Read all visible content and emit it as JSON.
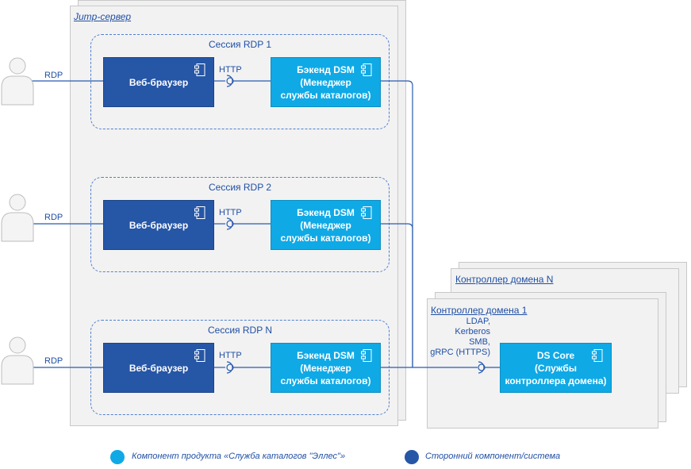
{
  "jump_server": {
    "title": "Jump-сервер"
  },
  "sessions": [
    {
      "title": "Сессия RDP 1",
      "browser": "Веб-браузер",
      "backend": "Бэкенд DSM\n(Менеджер\nслужбы каталогов)",
      "http": "HTTP",
      "rdp": "RDP"
    },
    {
      "title": "Сессия RDP 2",
      "browser": "Веб-браузер",
      "backend": "Бэкенд DSM\n(Менеджер\nслужбы каталогов)",
      "http": "HTTP",
      "rdp": "RDP"
    },
    {
      "title": "Сессия RDP N",
      "browser": "Веб-браузер",
      "backend": "Бэкенд DSM\n(Менеджер\nслужбы каталогов)",
      "http": "HTTP",
      "rdp": "RDP"
    }
  ],
  "domain_controller_n": {
    "title": "Контроллер домена N"
  },
  "domain_controller_1": {
    "title": "Контроллер домена 1",
    "protocols": "LDAP,\nKerberos\nSMB,\ngRPC (HTTPS)",
    "ds_core": "DS Core\n(Службы\nконтроллера домена)"
  },
  "legend": [
    {
      "color": "#0fa9e6",
      "text": "Компонент продукта «Служба каталогов \"Эллес\"»"
    },
    {
      "color": "#2656a6",
      "text": "Сторонний компонент/система"
    }
  ],
  "colors": {
    "product_component": "#0fa9e6",
    "third_party_component": "#2656a6",
    "connector": "#2a5bb0"
  }
}
